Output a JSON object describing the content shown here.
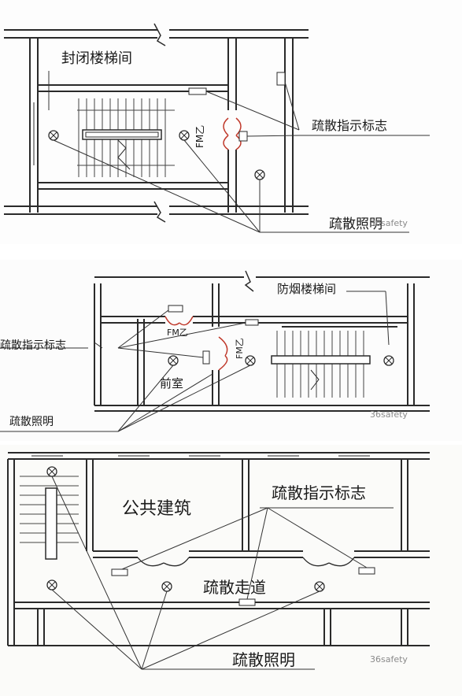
{
  "top_panel": {
    "room_label": "封闭楼梯间",
    "sign_label": "疏散指示标志",
    "light_label": "疏散照明",
    "door_code": "FM乙",
    "watermark": "36safety"
  },
  "middle_panel": {
    "room_label": "防烟楼梯间",
    "sign_label": "疏散指示标志",
    "light_label": "疏散照明",
    "anteroom_label": "前室",
    "door_code_1": "FM乙",
    "door_code_2": "FM乙",
    "watermark": "36safety"
  },
  "bottom_panel": {
    "building_label": "公共建筑",
    "sign_label": "疏散指示标志",
    "corridor_label": "疏散走道",
    "light_label": "疏散照明",
    "watermark": "36safety"
  },
  "colors": {
    "wall": "#2a2a2a",
    "door": "#c0392b",
    "leader": "#333333"
  }
}
